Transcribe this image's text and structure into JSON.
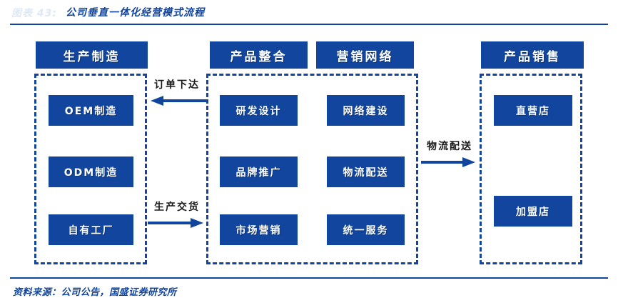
{
  "header": {
    "figure_label": "图表 43:",
    "title": "公司垂直一体化经营模式流程"
  },
  "footer": {
    "source": "资料来源：公司公告，国盛证券研究所"
  },
  "theme": {
    "brand_blue": "#12459E",
    "text_white": "#FFFFFF",
    "label_black": "#1B1B1B"
  },
  "diagram": {
    "type": "process-flow",
    "columns": [
      {
        "key": "manufacturing",
        "header": "生产制造",
        "items": [
          "OEM制造",
          "ODM制造",
          "自有工厂"
        ]
      },
      {
        "key": "product-integration",
        "header": "产品整合",
        "items": [
          "研发设计",
          "品牌推广",
          "市场营销"
        ]
      },
      {
        "key": "marketing-network",
        "header": "营销网络",
        "items": [
          "网络建设",
          "物流配送",
          "统一服务"
        ]
      },
      {
        "key": "product-sales",
        "header": "产品销售",
        "items": [
          "直营店",
          "加盟店"
        ]
      }
    ],
    "flows": [
      {
        "key": "order-placed",
        "label": "订单下达",
        "direction": "left"
      },
      {
        "key": "production-deliver",
        "label": "生产交货",
        "direction": "right"
      },
      {
        "key": "logistics-delivery",
        "label": "物流配送",
        "direction": "right"
      }
    ]
  }
}
